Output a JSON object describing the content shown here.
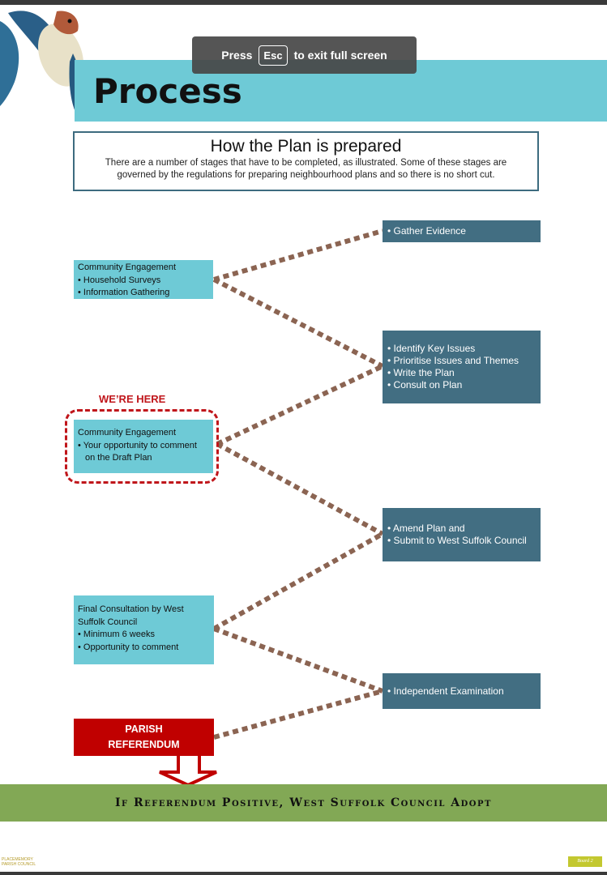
{
  "header": {
    "title": "Process"
  },
  "fullscreen_toast": {
    "press": "Press",
    "key": "Esc",
    "rest": "to exit full screen"
  },
  "intro": {
    "heading": "How the Plan is prepared",
    "body": "There are a number of stages that have to be completed, as illustrated.  Some of these stages are governed by the regulations for preparing neighbourhood plans and so there is no short cut."
  },
  "left_boxes": [
    {
      "title": "Community Engagement",
      "items": [
        "Household Surveys",
        "Information Gathering"
      ]
    },
    {
      "title": "Community Engagement",
      "items": [
        "Your opportunity to comment",
        "on the Draft Plan"
      ]
    },
    {
      "title": "Final Consultation by West",
      "title2": "Suffolk Council",
      "items": [
        "Minimum 6 weeks",
        "Opportunity to comment"
      ]
    }
  ],
  "right_boxes": [
    {
      "items": [
        "Gather Evidence"
      ]
    },
    {
      "items": [
        "Identify Key Issues",
        "Prioritise Issues and Themes",
        "Write the Plan",
        "Consult on Plan"
      ]
    },
    {
      "items": [
        "Amend Plan and",
        "Submit to West Suffolk Council"
      ]
    },
    {
      "items": [
        "Independent Examination"
      ]
    }
  ],
  "current_stage_label": "WE’RE HERE",
  "referendum": {
    "line1": "PARISH",
    "line2": "REFERENDUM"
  },
  "outcome": "If Referendum Positive, West Suffolk Council Adopt",
  "footer": {
    "logo_text": "PLACEMEMORY PARISH COUNCIL",
    "page_tag": "Board 2"
  },
  "colors": {
    "accent_teal": "#6ecad6",
    "dark_teal": "#426e82",
    "connector_brown": "#8b6452",
    "alert_red": "#c00000",
    "band_green": "#82a855"
  },
  "icons": {
    "bird": "swallow-bird-icon",
    "arrow": "down-arrow-icon"
  }
}
